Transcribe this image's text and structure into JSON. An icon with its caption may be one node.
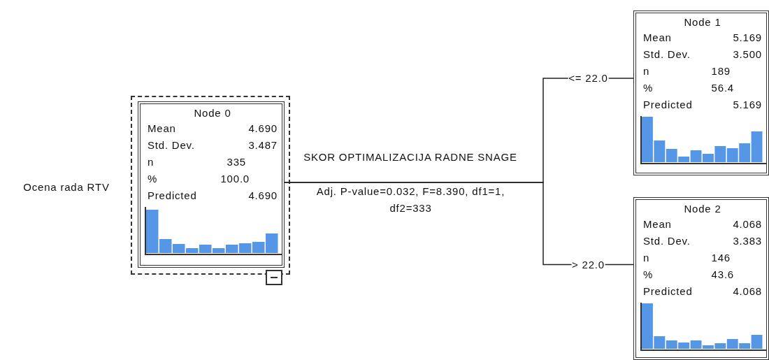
{
  "diagram": {
    "nodes": [
      {
        "text": [
          "Node 0",
          "Mean",
          "4.690",
          "Std. Dev.",
          "3.487",
          "n",
          "335",
          "%",
          "100.0",
          "Predicted",
          "4.690"
        ]
      },
      {
        "text": [
          "Node 1",
          "Mean",
          "5.169",
          "Std. Dev.",
          "3.500",
          "n",
          "189",
          "%",
          "56.4",
          "Predicted",
          "5.169"
        ]
      },
      {
        "text": [
          "Node 2",
          "Mean",
          "4.068",
          "Std. Dev.",
          "3.383",
          "n",
          "146",
          "%",
          "43.6",
          "Predicted",
          "4.068"
        ]
      }
    ],
    "edges": [
      {
        "from": 0,
        "to": 1,
        "arrow": "none",
        "label": "<= 22.0"
      },
      {
        "from": 0,
        "to": 2,
        "arrow": "none",
        "label": "> 22.0"
      }
    ],
    "labels": [
      "Ocena rada RTV",
      "SKOR OPTIMALIZACIJA RADNE SNAGE",
      "Adj. P-value=0.032, F=8.390, df1=1, df2=333"
    ]
  }
}
